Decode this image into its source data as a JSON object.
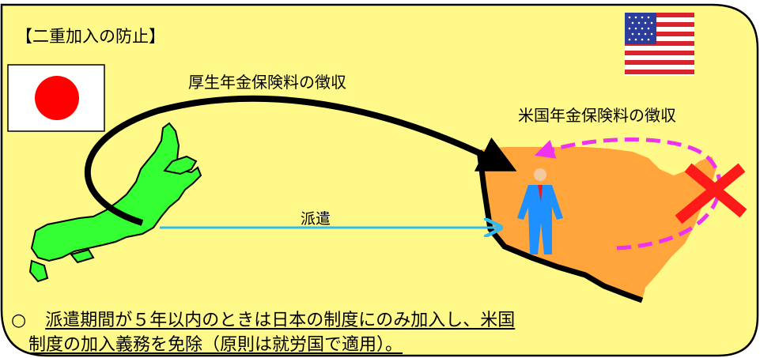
{
  "title": "【二重加入の防止】",
  "labels": {
    "japan_premium": "厚生年金保険料の徴収",
    "us_premium": "米国年金保険料の徴収",
    "dispatch": "派遣"
  },
  "note": {
    "mark": "○",
    "line1": "派遣期間が５年以内のときは日本の制度にのみ加入し、米国",
    "line2": "制度の加入義務を免除（原則は就労国で適用）。"
  },
  "colors": {
    "background": "#FFF98A",
    "japan_land": "#33FF33",
    "us_land": "#FFA53B",
    "dispatch_arrow": "#33BBEE",
    "us_premium_arrow": "#EE33EE",
    "cross": "#FF1A1A",
    "person_suit": "#1E90FF",
    "japan_flag_disc": "#FF0000"
  },
  "icons": [
    "japan-flag-icon",
    "us-flag-icon",
    "japan-map-icon",
    "us-map-icon",
    "worker-icon",
    "cross-icon"
  ]
}
